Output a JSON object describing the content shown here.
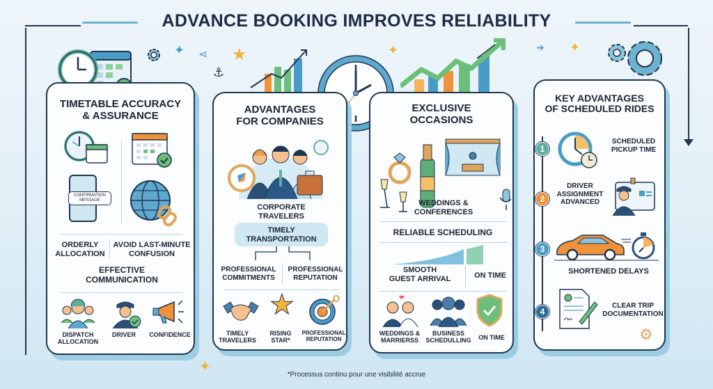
{
  "title": "ADVANCE BOOKING IMPROVES RELIABILITY",
  "colors": {
    "navy": "#1e3550",
    "teal": "#5fae9e",
    "blue": "#4a9cc8",
    "orange": "#f0923a",
    "green": "#6cbf7a",
    "light_blue": "#cfe8f2"
  },
  "panels": [
    {
      "title": "TIMETABLE ACCURACY & ASSURANCE",
      "title_lines": [
        "TIMETABLE ACCURACY",
        "& ASSURANCE"
      ],
      "icons": [
        "clock-calendar-icon",
        "calendar-check-icon",
        "phone-message-icon",
        "globe-link-icon"
      ],
      "phone_message": [
        "CONFIRMATION",
        "MESSAGE"
      ],
      "benefits": [
        {
          "lines": [
            "ORDERLY",
            "ALLOCATION"
          ]
        },
        {
          "lines": [
            "AVOID LAST-MINUTE",
            "CONFUSION"
          ]
        }
      ],
      "highlight": [
        "EFFECTIVE",
        "COMMUNICATION"
      ],
      "roles": [
        {
          "icon": "dispatcher-icon",
          "lines": [
            "DISPATCH",
            "ALLOCATION"
          ]
        },
        {
          "icon": "driver-icon",
          "lines": [
            "DRIVER"
          ]
        },
        {
          "icon": "megaphone-icon",
          "lines": [
            "CONFIDENCE"
          ]
        }
      ]
    },
    {
      "title_lines": [
        "ADVANTAGES",
        "FOR COMPANIES"
      ],
      "illustration": "business-team-icon",
      "subtitle": [
        "CORPORATE",
        "TRAVELERS"
      ],
      "pill": [
        "TIMELY",
        "TRANSPORTATION"
      ],
      "benefits": [
        {
          "lines": [
            "PROFESSIONAL",
            "COMMITMENTS"
          ]
        },
        {
          "lines": [
            "PROFESSIONAL",
            "REPUTATION"
          ]
        }
      ],
      "roles": [
        {
          "icon": "handshake-icon",
          "lines": [
            "TIMELY",
            "TRAVELERS"
          ]
        },
        {
          "icon": "rising-star-icon",
          "lines": [
            "RISING",
            "STAR*"
          ]
        },
        {
          "icon": "target-icon",
          "lines": [
            "PROFESSIONAL",
            "REPUTATION"
          ]
        }
      ]
    },
    {
      "title_lines": [
        "EXCLUSIVE",
        "OCCASIONS"
      ],
      "illustration": "wedding-conference-icon",
      "subtitle": [
        "WEDDINGS &",
        "CONFERENCES"
      ],
      "highlight": "RELIABLE SCHEDULING",
      "benefits": [
        {
          "lines": [
            "SMOOTH",
            "GUEST ARRIVAL"
          ]
        },
        {
          "lines": [
            "ON TIME"
          ]
        }
      ],
      "roles": [
        {
          "icon": "couple-icon",
          "lines": [
            "WEDDINGS &",
            "MARRIERSS"
          ]
        },
        {
          "icon": "business-group-icon",
          "lines": [
            "BUSINESS",
            "SCHEDULLING"
          ]
        },
        {
          "icon": "shield-check-icon",
          "lines": [
            "ON TIME"
          ]
        }
      ]
    },
    {
      "title_lines": [
        "KEY ADVANTAGES",
        "OF SCHEDULED RIDES"
      ],
      "steps": [
        {
          "num": "1",
          "color": "#5fae9e",
          "icon": "clock-icon",
          "lines": [
            "SCHEDULED",
            "PICKUP TIME"
          ]
        },
        {
          "num": "2",
          "color": "#f0923a",
          "icon": "driver-badge-icon",
          "lines": [
            "DRIVER",
            "ASSIGNMENT",
            "ADVANCED"
          ]
        },
        {
          "num": "3",
          "color": "#4a9cc8",
          "icon": "car-stopwatch-icon",
          "lines": [
            "SHORTENED DELAYS"
          ]
        },
        {
          "num": "4",
          "color": "#2c6d96",
          "icon": "document-sign-icon",
          "lines": [
            "CLEAR TRIP",
            "DOCUMENTATION"
          ]
        }
      ]
    }
  ],
  "footnote": "*Processus continu pour une visibilité accrue"
}
